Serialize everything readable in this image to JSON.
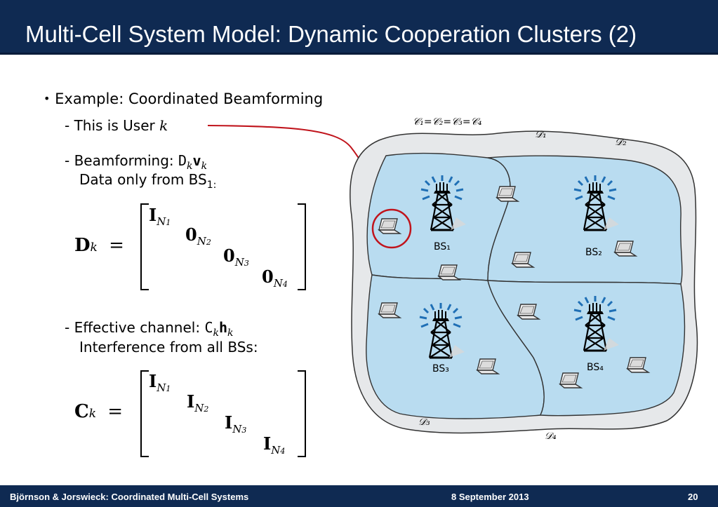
{
  "title": "Multi-Cell System Model: Dynamic Cooperation Clusters (2)",
  "footer": {
    "authors": "Björnson & Jorswieck: Coordinated Multi-Cell Systems",
    "date": "8 September 2013",
    "page": "20"
  },
  "content": {
    "bullet": "Example: Coordinated Beamforming",
    "item1_text": "- This is User ",
    "item1_var": "k",
    "item2_prefix": "- Beamforming: ",
    "item2_math_d": "D",
    "item2_math_v": "v",
    "item2_sub": "k",
    "item2_line2": "Data only from BS",
    "item2_line2_sub": "1:",
    "item3_prefix": "- Effective channel: ",
    "item3_math_c": "C",
    "item3_math_h": "h",
    "item3_sub": "k",
    "item3_line2": "Interference from all BSs:"
  },
  "matrix_d": {
    "lhs": "D",
    "lhs_sub": "k",
    "eq": "=",
    "entries": [
      {
        "symbol": "I",
        "sub": "N",
        "subsub": "1"
      },
      {
        "symbol": "0",
        "sub": "N",
        "subsub": "2"
      },
      {
        "symbol": "0",
        "sub": "N",
        "subsub": "3"
      },
      {
        "symbol": "0",
        "sub": "N",
        "subsub": "4"
      }
    ]
  },
  "matrix_c": {
    "lhs": "C",
    "lhs_sub": "k",
    "eq": "=",
    "entries": [
      {
        "symbol": "I",
        "sub": "N",
        "subsub": "1"
      },
      {
        "symbol": "I",
        "sub": "N",
        "subsub": "2"
      },
      {
        "symbol": "I",
        "sub": "N",
        "subsub": "3"
      },
      {
        "symbol": "I",
        "sub": "N",
        "subsub": "4"
      }
    ]
  },
  "diagram": {
    "cluster_label": "𝒞₁=𝒞₂=𝒞₃=𝒞₄",
    "d1": "𝒟₁",
    "d2": "𝒟₂",
    "d3": "𝒟₃",
    "d4": "𝒟₄",
    "bs1": "BS₁",
    "bs2": "BS₂",
    "bs3": "BS₃",
    "bs4": "BS₄",
    "colors": {
      "cell_fill": "#b9dcf0",
      "outer_fill": "#e6e8ea",
      "highlight": "#c0141c",
      "signal": "#1f6fb5"
    }
  }
}
